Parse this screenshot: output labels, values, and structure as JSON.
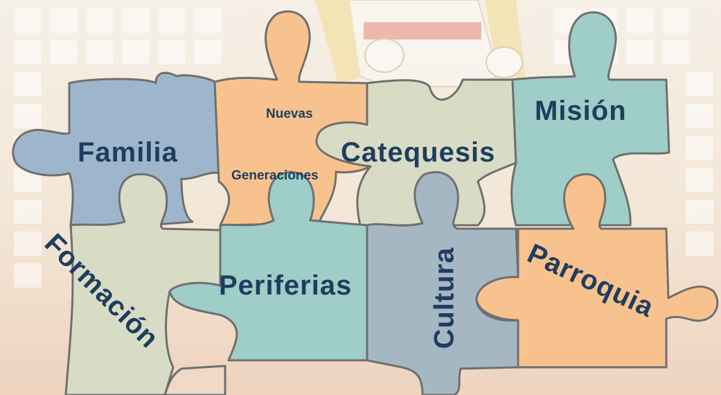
{
  "colors": {
    "blue": "#9db6cc",
    "peach": "#f8c28f",
    "sage": "#d8dcc4",
    "teal": "#9fcdc7",
    "slate": "#a6b7c4",
    "label": "#1f3d5e"
  },
  "pieces": {
    "familia": "Familia",
    "nuevas": "Nuevas",
    "generaciones": "Generaciones",
    "catequesis": "Catequesis",
    "mision": "Misión",
    "formacion": "Formación",
    "periferias": "Periferias",
    "cultura": "Cultura",
    "parroquia": "Parroquia"
  }
}
